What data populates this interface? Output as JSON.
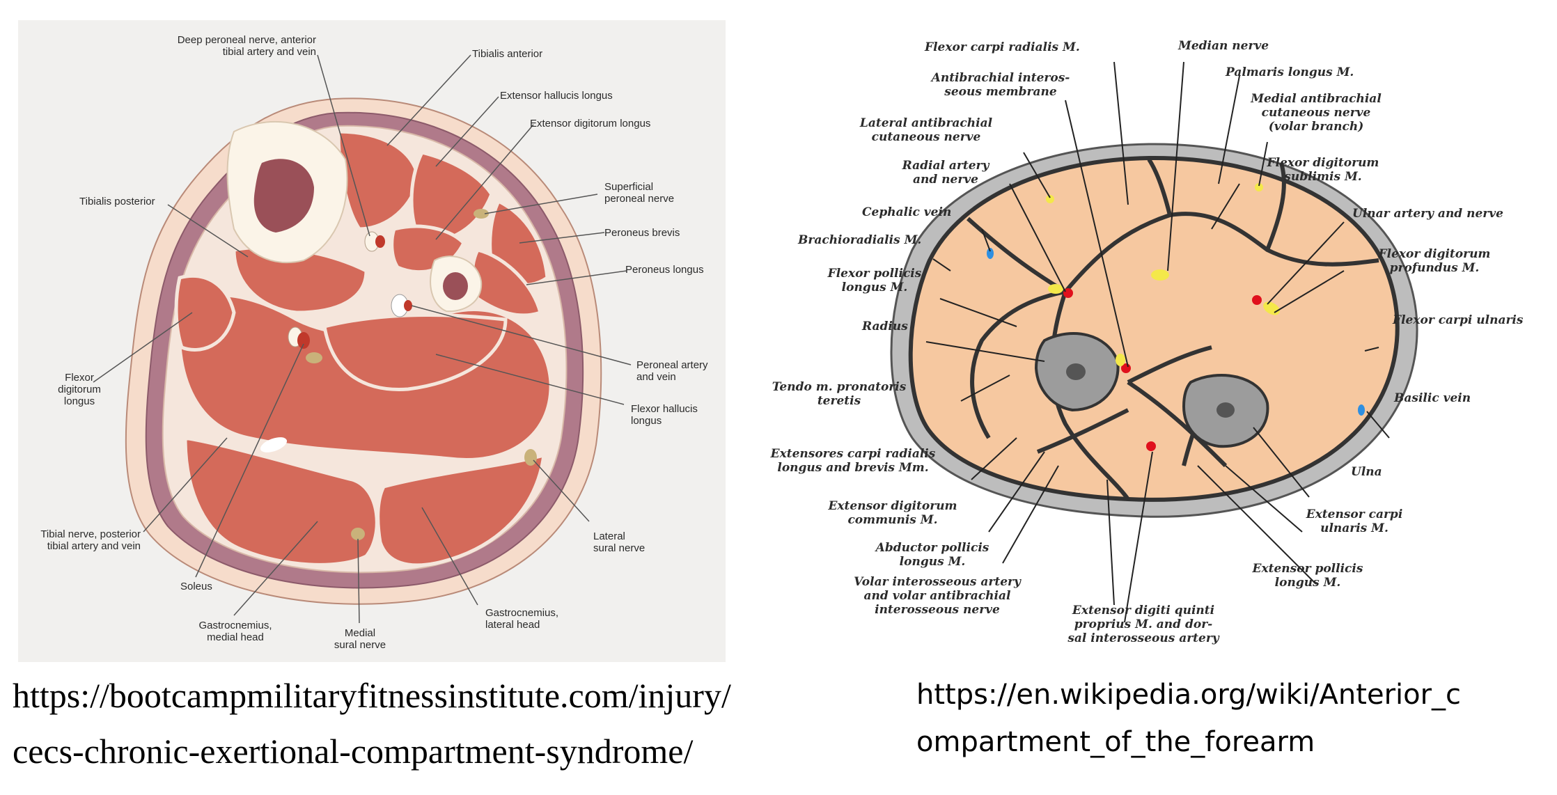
{
  "leg_diagram": {
    "labels": {
      "deep_peroneal_l1": "Deep peroneal nerve, anterior",
      "deep_peroneal_l2": "tibial artery and vein",
      "tibialis_anterior": "Tibialis anterior",
      "extensor_hallucis_longus": "Extensor hallucis longus",
      "extensor_digitorum_longus": "Extensor digitorum longus",
      "tibialis_posterior": "Tibialis posterior",
      "superficial_peroneal_l1": "Superficial",
      "superficial_peroneal_l2": "peroneal nerve",
      "peroneus_brevis": "Peroneus brevis",
      "peroneus_longus": "Peroneus longus",
      "flexor_digitorum_l1": "Flexor",
      "flexor_digitorum_l2": "digitorum",
      "flexor_digitorum_l3": "longus",
      "peroneal_artery_l1": "Peroneal artery",
      "peroneal_artery_l2": "and vein",
      "flexor_hallucis_l1": "Flexor hallucis",
      "flexor_hallucis_l2": "longus",
      "tibial_nerve_l1": "Tibial nerve, posterior",
      "tibial_nerve_l2": "tibial artery and vein",
      "lateral_sural_l1": "Lateral",
      "lateral_sural_l2": "sural nerve",
      "soleus": "Soleus",
      "gastro_medial_l1": "Gastrocnemius,",
      "gastro_medial_l2": "medial head",
      "medial_sural_l1": "Medial",
      "medial_sural_l2": "sural nerve",
      "gastro_lateral_l1": "Gastrocnemius,",
      "gastro_lateral_l2": "lateral head"
    },
    "colors": {
      "muscle": "#d46a5a",
      "skin": "#f6dccb",
      "fascia": "#f5e6dc",
      "fat": "#b07a8a",
      "bone": "#fbf4e8",
      "marrow": "#9a5058"
    }
  },
  "arm_diagram": {
    "labels": {
      "flexor_carpi_radialis": "Flexor carpi radialis M.",
      "median_nerve": "Median nerve",
      "antibrachial_l1": "Antibrachial interos-",
      "antibrachial_l2": "seous membrane",
      "palmaris_longus": "Palmaris longus M.",
      "medial_cut_l1": "Medial antibrachial",
      "medial_cut_l2": "cutaneous nerve",
      "medial_cut_l3": "(volar branch)",
      "lateral_cut_l1": "Lateral antibrachial",
      "lateral_cut_l2": "cutaneous nerve",
      "radial_artery_l1": "Radial artery",
      "radial_artery_l2": "and nerve",
      "fds_l1": "Flexor digitorum",
      "fds_l2": "sublimis M.",
      "cephalic_vein": "Cephalic vein",
      "ulnar_artery": "Ulnar artery and nerve",
      "brachioradialis": "Brachioradialis M.",
      "fdp_l1": "Flexor digitorum",
      "fdp_l2": "profundus M.",
      "fpl_l1": "Flexor pollicis",
      "fpl_l2": "longus M.",
      "radius": "Radius",
      "flexor_carpi_ulnaris": "Flexor carpi ulnaris",
      "pronator_l1": "Tendo m. pronatoris",
      "pronator_l2": "teretis",
      "basilic_vein": "Basilic vein",
      "ecr_l1": "Extensores carpi radialis",
      "ecr_l2": "longus and brevis Mm.",
      "ulna": "Ulna",
      "edc_l1": "Extensor digitorum",
      "edc_l2": "communis M.",
      "ecu_l1": "Extensor carpi",
      "ecu_l2": "ulnaris M.",
      "apl_l1": "Abductor pollicis",
      "apl_l2": "longus M.",
      "epl_l1": "Extensor pollicis",
      "epl_l2": "longus M.",
      "volar_l1": "Volar interosseous artery",
      "volar_l2": "and volar antibrachial",
      "volar_l3": "interosseous nerve",
      "edq_l1": "Extensor digiti quinti",
      "edq_l2": "proprius M. and dor-",
      "edq_l3": "sal interosseous artery"
    },
    "colors": {
      "muscle": "#f6c8a0",
      "skin": "#bdbdbd",
      "septa": "#333333",
      "bone": "#9c9c9c",
      "artery": "#e0101c",
      "nerve": "#f4e84a",
      "vein": "#2f8fe0"
    }
  },
  "sources": {
    "left_line1": "https://bootcampmilitaryfitnessinstitute.com/injury/",
    "left_line2": "cecs-chronic-exertional-compartment-syndrome/",
    "right_line1": "https://en.wikipedia.org/wiki/Anterior_c",
    "right_line2": "ompartment_of_the_forearm"
  }
}
